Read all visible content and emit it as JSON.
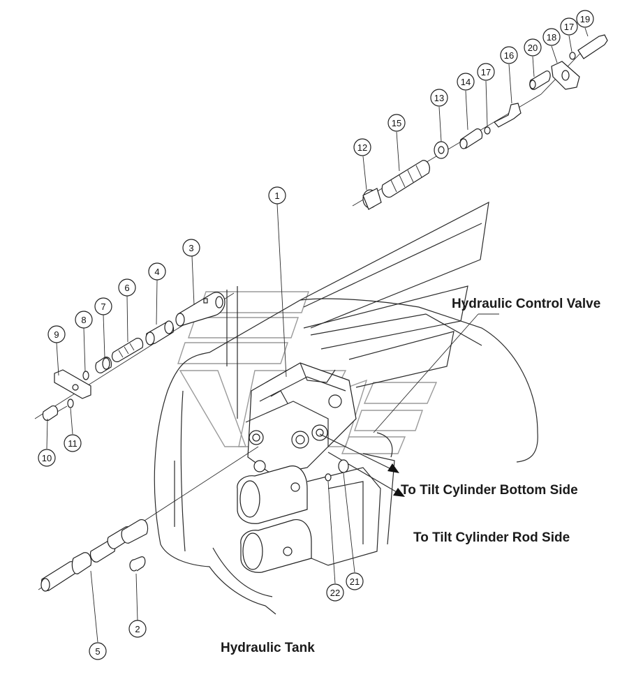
{
  "labels": {
    "control_valve": "Hydraulic Control Valve",
    "tilt_bottom": "To Tilt Cylinder Bottom Side",
    "tilt_rod": "To Tilt Cylinder Rod Side",
    "tank": "Hydraulic Tank"
  },
  "callouts": [
    "1",
    "2",
    "3",
    "4",
    "5",
    "6",
    "7",
    "8",
    "9",
    "10",
    "11",
    "12",
    "13",
    "14",
    "15",
    "16",
    "17",
    "17",
    "18",
    "19",
    "20",
    "21",
    "22"
  ],
  "colors": {
    "line": "#2a2a2a",
    "watermark": "#9a9a9a",
    "background": "#ffffff"
  }
}
